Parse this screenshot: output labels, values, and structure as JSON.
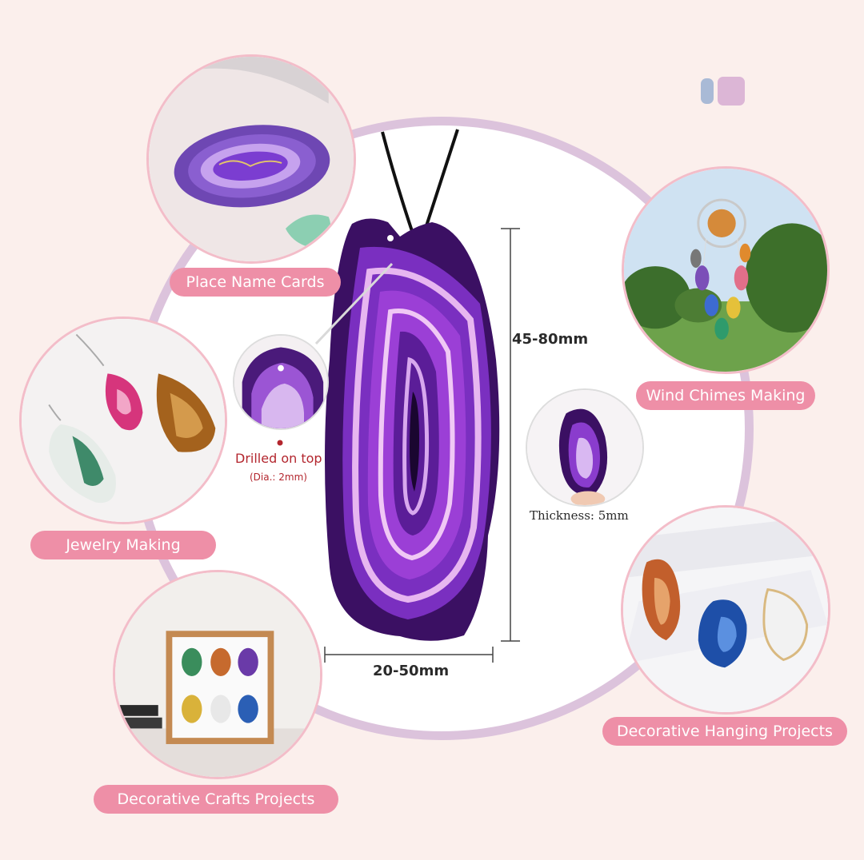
{
  "labels": {
    "place_name_cards": "Place Name Cards",
    "wind_chimes_making": "Wind Chimes Making",
    "jewelry_making": "Jewelry Making",
    "decorative_crafts_projects": "Decorative Crafts Projects",
    "decorative_hanging_projects": "Decorative Hanging Projects"
  },
  "dimensions": {
    "height": "45-80mm",
    "width": "20-50mm",
    "thickness": "Thickness: 5mm"
  },
  "drill": {
    "label": "Drilled on top",
    "diameter": "(Dia.: 2mm)"
  },
  "colors": {
    "pill": "#ee8fa7",
    "ring": "#dcc3dc",
    "agate_purple": "#6a2aa8",
    "background": "#fbefec"
  }
}
